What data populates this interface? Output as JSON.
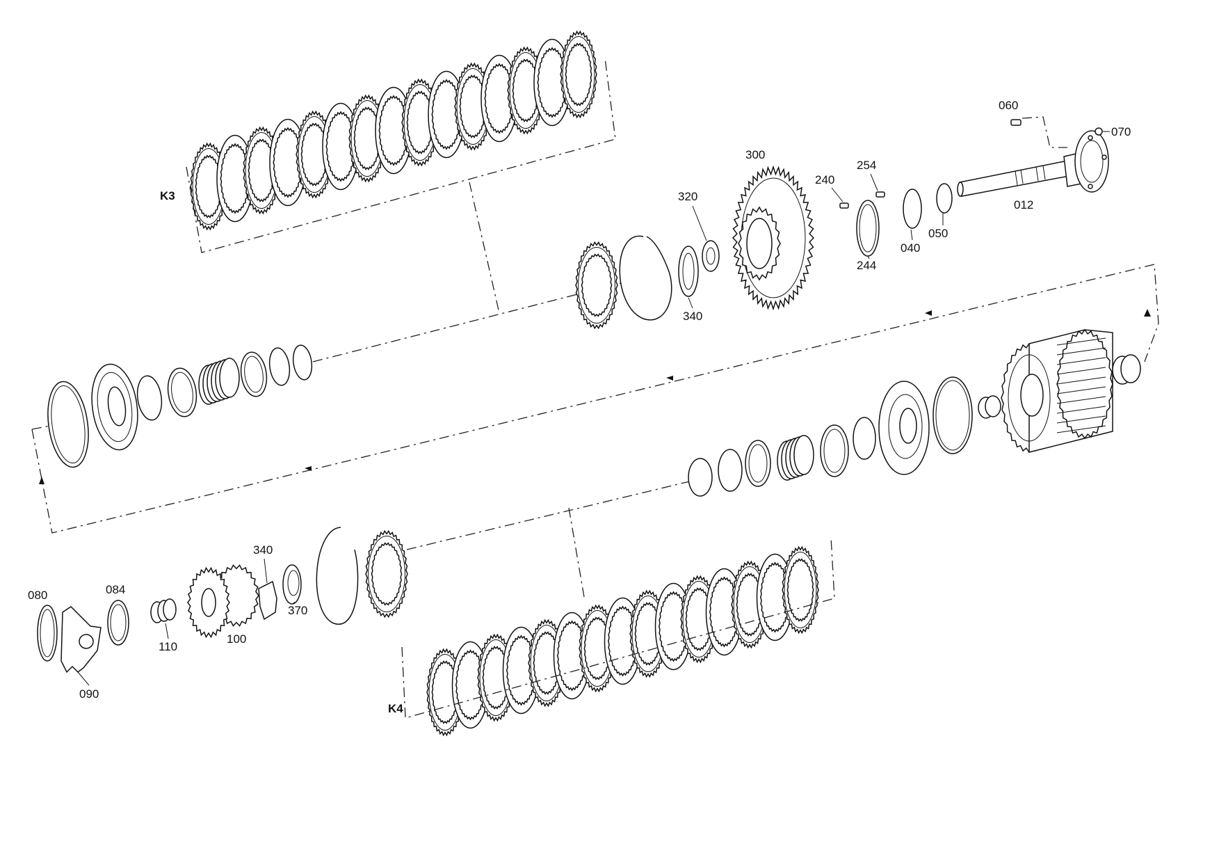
{
  "groups": {
    "k3": "K3",
    "k4": "K4"
  },
  "parts": {
    "p012": "012",
    "p040": "040",
    "p050": "050",
    "p060": "060",
    "p070": "070",
    "p080": "080",
    "p084": "084",
    "p090": "090",
    "p100": "100",
    "p110": "110",
    "p240": "240",
    "p244": "244",
    "p254": "254",
    "p300": "300",
    "p320": "320",
    "p340_top": "340",
    "p340_bottom": "340",
    "p370": "370"
  }
}
